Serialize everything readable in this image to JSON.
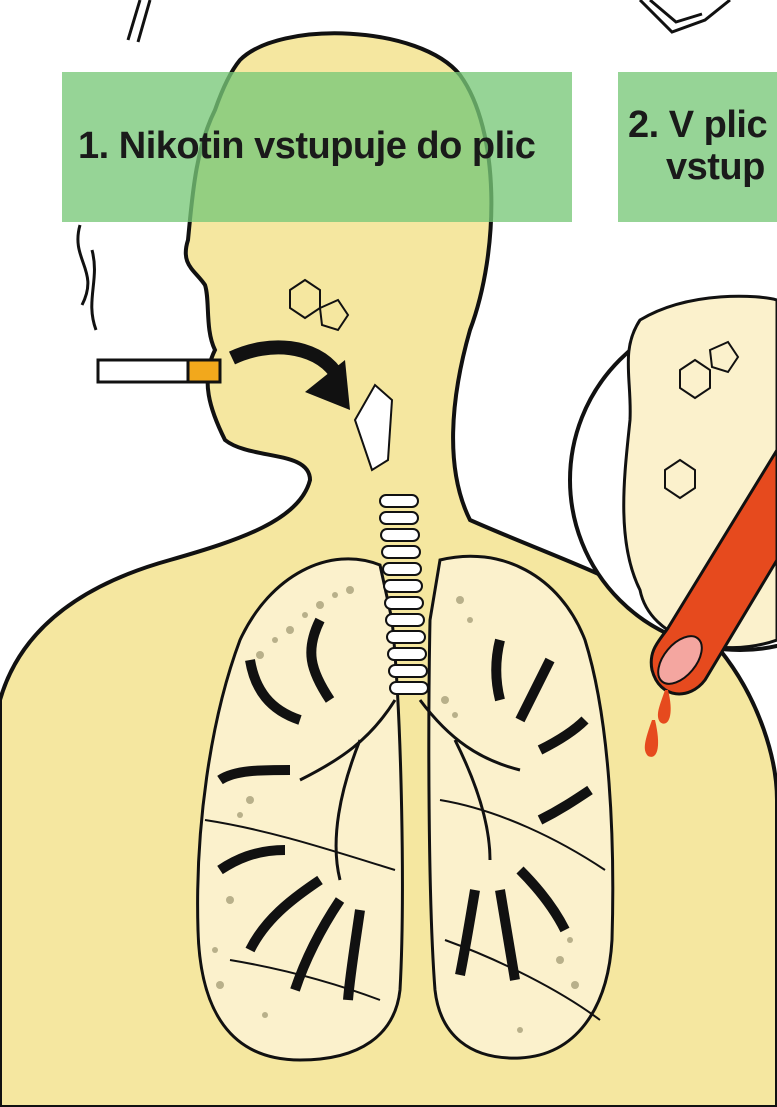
{
  "captions": {
    "step1": "1. Nikotin vstupuje do plic",
    "step2_line1": "2. V plic",
    "step2_line2": "vstup"
  },
  "colors": {
    "skin": "#f5e7a0",
    "lung": "#fbf1cc",
    "outline": "#111111",
    "caption_bg": "#78c878",
    "blood": "#e64a1e",
    "cigarette_filter": "#f2a81c"
  }
}
